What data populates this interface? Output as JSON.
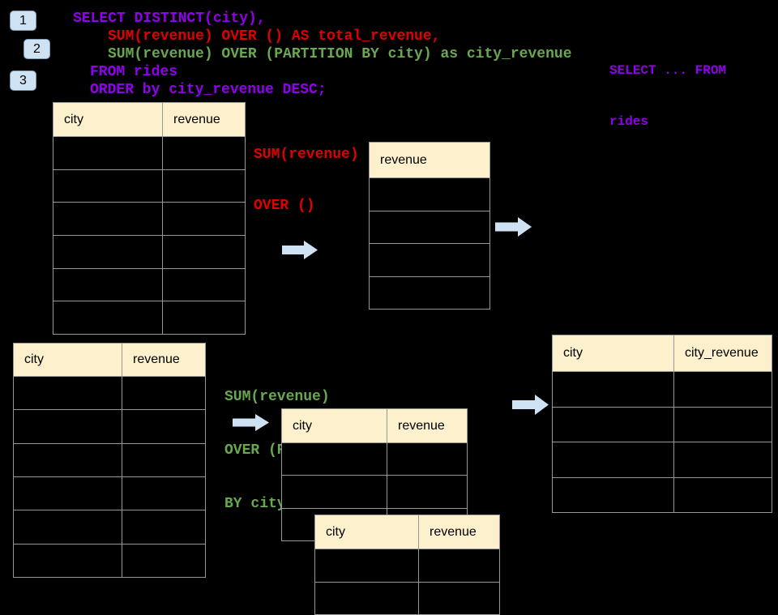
{
  "badges": [
    {
      "label": "1"
    },
    {
      "label": "2"
    },
    {
      "label": "3"
    }
  ],
  "sql": {
    "line1": "SELECT DISTINCT(city),",
    "line2": "SUM(revenue) OVER () AS total_revenue,",
    "line3": "SUM(revenue) OVER (PARTITION BY city) as city_revenue",
    "line4": "FROM rides",
    "line5": "ORDER by city_revenue DESC;"
  },
  "annotations": {
    "from_rides": {
      "line1": "SELECT ... FROM",
      "line2": "rides"
    },
    "total_over": {
      "line1": "SUM(revenue)",
      "line2": "OVER ()"
    },
    "partition_over": {
      "line1": "SUM(revenue)",
      "line2": "OVER (PARTITION",
      "line3": "BY city)"
    }
  },
  "tables": {
    "source_total": {
      "columns": [
        "city",
        "revenue"
      ],
      "empty_rows": 6
    },
    "total_result": {
      "columns": [
        "revenue"
      ],
      "empty_rows": 4
    },
    "source_partition": {
      "columns": [
        "city",
        "revenue"
      ],
      "empty_rows": 6
    },
    "partition_step": {
      "columns": [
        "city",
        "revenue"
      ],
      "empty_rows": 3
    },
    "partition_step2": {
      "columns": [
        "city",
        "revenue"
      ],
      "empty_rows": 2
    },
    "partition_result": {
      "columns": [
        "city",
        "city_revenue"
      ],
      "empty_rows": 4
    }
  },
  "colors": {
    "background": "#000000",
    "keyword_purple": "#9100ee",
    "total_red": "#e00000",
    "partition_green": "#6aa84f",
    "table_header_fill": "#fdf0cd",
    "grid_line": "#979797",
    "arrow_blue": "#cfe2f3",
    "badge_fill": "#cfe2f3"
  }
}
